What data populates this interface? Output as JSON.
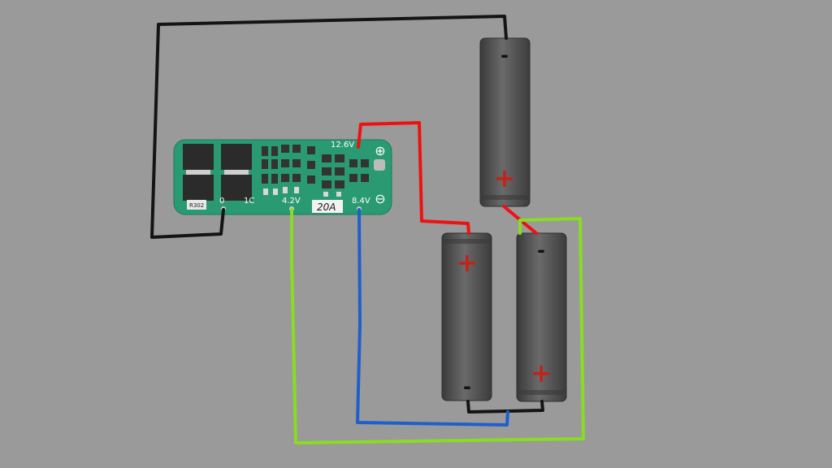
{
  "board": {
    "label_12_6v": "12.6V",
    "label_4_2v": "4.2V",
    "label_8_4v": "8.4V",
    "label_0": "0",
    "label_current": "20A",
    "label_r302": "R302",
    "label_ic": "1C",
    "positive_symbol": "⊕",
    "negative_symbol": "⊖"
  },
  "cells": [
    {
      "name": "cell-top",
      "positive_mark": "+",
      "negative_mark": "-"
    },
    {
      "name": "cell-bottom-left",
      "positive_mark": "+",
      "negative_mark": "-"
    },
    {
      "name": "cell-bottom-right",
      "positive_mark": "+",
      "negative_mark": "-"
    }
  ],
  "wire_colors": {
    "black": "#141414",
    "red": "#ee1111",
    "green": "#88dd22",
    "blue": "#1f5fcc"
  },
  "pcb_color": "#2a9a72"
}
